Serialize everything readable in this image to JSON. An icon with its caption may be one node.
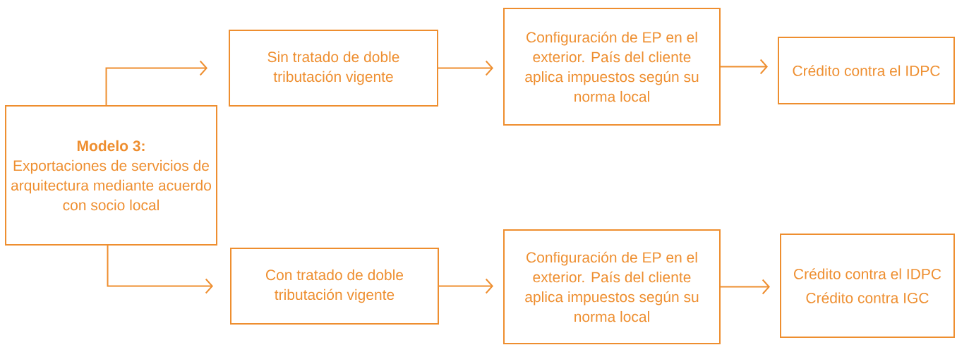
{
  "diagram": {
    "nodes": [
      {
        "text": [
          "Modelo 3:",
          "Exportaciones de servicios de arquitectura mediante acuerdo con socio local"
        ]
      },
      {
        "text": [
          "Sin tratado de doble tributación vigente"
        ]
      },
      {
        "text": [
          "Configuración de EP en el exterior. País del cliente aplica impuestos según su norma local"
        ]
      },
      {
        "text": [
          "Crédito contra el IDPC"
        ]
      },
      {
        "text": [
          "Con tratado de doble tributación vigente"
        ]
      },
      {
        "text": [
          "Configuración de EP en el exterior. País del cliente aplica impuestos según su norma local"
        ]
      },
      {
        "text": [
          "Crédito contra el IDPC",
          "Crédito contra IGC"
        ]
      }
    ],
    "edges": [
      {
        "from": 0,
        "to": 1,
        "arrow": "to"
      },
      {
        "from": 1,
        "to": 2,
        "arrow": "to"
      },
      {
        "from": 2,
        "to": 3,
        "arrow": "to"
      },
      {
        "from": 0,
        "to": 4,
        "arrow": "to"
      },
      {
        "from": 4,
        "to": 5,
        "arrow": "to"
      },
      {
        "from": 5,
        "to": 6,
        "arrow": "to"
      }
    ]
  }
}
